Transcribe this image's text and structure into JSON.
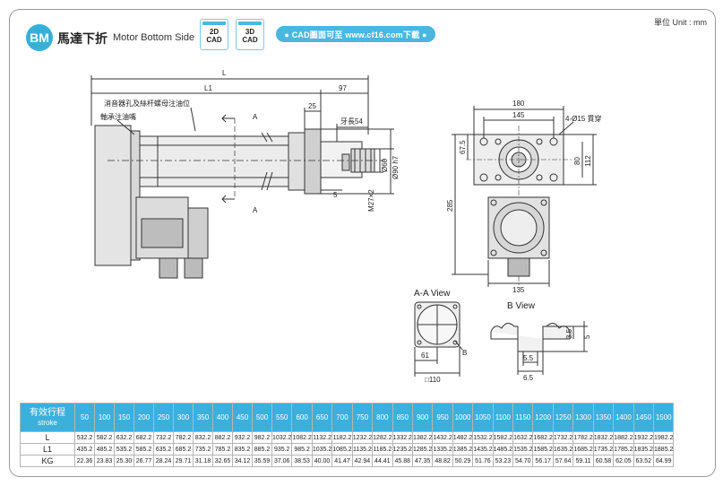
{
  "header": {
    "badge": "BM",
    "title": "馬達下折",
    "subtitle": "Motor Bottom Side",
    "cad2d_label": "2D",
    "cad3d_label": "3D",
    "cad_word": "CAD",
    "download": "● CAD圖面可至 www.cf16.com下載 ●",
    "unit": "單位 Unit : mm"
  },
  "drawing": {
    "dim_L": "L",
    "dim_L1": "L1",
    "dim_97": "97",
    "dim_25": "25",
    "dim_teeth": "牙長54",
    "dim_5": "5",
    "dim_M27": "M27×2",
    "dim_d60": "Ø60",
    "dim_d90": "Ø90 h7",
    "note_grease": "消音器孔及絲杆螺母注油位",
    "note_bearing": "軸承注油嘴",
    "section_A": "A",
    "dim_180": "180",
    "dim_145": "145",
    "dim_holes": "4-Ø15 貫穿",
    "dim_67_5": "67.5",
    "dim_80": "80",
    "dim_112": "112",
    "dim_285": "285",
    "dim_135": "135",
    "aa_view": "A-A View",
    "b_view": "B View",
    "dim_61": "61",
    "dim_110": "□110",
    "label_B": "B",
    "dim_3_5": "3.5",
    "dim_5b": "5",
    "dim_5_5": "5.5",
    "dim_6_5": "6.5"
  },
  "table": {
    "header_zh": "有效行程",
    "header_en": "stroke",
    "strokes": [
      "50",
      "100",
      "150",
      "200",
      "250",
      "300",
      "350",
      "400",
      "450",
      "500",
      "550",
      "600",
      "650",
      "700",
      "750",
      "800",
      "850",
      "900",
      "950",
      "1000",
      "1050",
      "1100",
      "1150",
      "1200",
      "1250",
      "1300",
      "1350",
      "1400",
      "1450",
      "1500"
    ],
    "rows": [
      {
        "label": "L",
        "values": [
          "532.2",
          "582.2",
          "632.2",
          "682.2",
          "732.2",
          "782.2",
          "832.2",
          "882.2",
          "932.2",
          "982.2",
          "1032.2",
          "1082.2",
          "1132.2",
          "1182.2",
          "1232.2",
          "1282.2",
          "1332.2",
          "1382.2",
          "1432.2",
          "1482.2",
          "1532.2",
          "1582.2",
          "1632.2",
          "1682.2",
          "1732.2",
          "1782.2",
          "1832.2",
          "1882.2",
          "1932.2",
          "1982.2"
        ]
      },
      {
        "label": "L1",
        "values": [
          "435.2",
          "485.2",
          "535.2",
          "585.2",
          "635.2",
          "685.2",
          "735.2",
          "785.2",
          "835.2",
          "885.2",
          "935.2",
          "985.2",
          "1035.2",
          "1085.2",
          "1135.2",
          "1185.2",
          "1235.2",
          "1285.2",
          "1335.2",
          "1385.2",
          "1435.2",
          "1485.2",
          "1535.2",
          "1585.2",
          "1635.2",
          "1685.2",
          "1735.2",
          "1785.2",
          "1835.2",
          "1885.2"
        ]
      },
      {
        "label": "KG",
        "values": [
          "22.36",
          "23.83",
          "25.30",
          "26.77",
          "28.24",
          "29.71",
          "31.18",
          "32.65",
          "34.12",
          "35.59",
          "37.06",
          "38.53",
          "40.00",
          "41.47",
          "42.94",
          "44.41",
          "45.88",
          "47.35",
          "48.82",
          "50.29",
          "51.76",
          "53.23",
          "54.70",
          "56.17",
          "57.64",
          "59.11",
          "60.58",
          "62.05",
          "63.52",
          "64.99"
        ]
      }
    ]
  }
}
